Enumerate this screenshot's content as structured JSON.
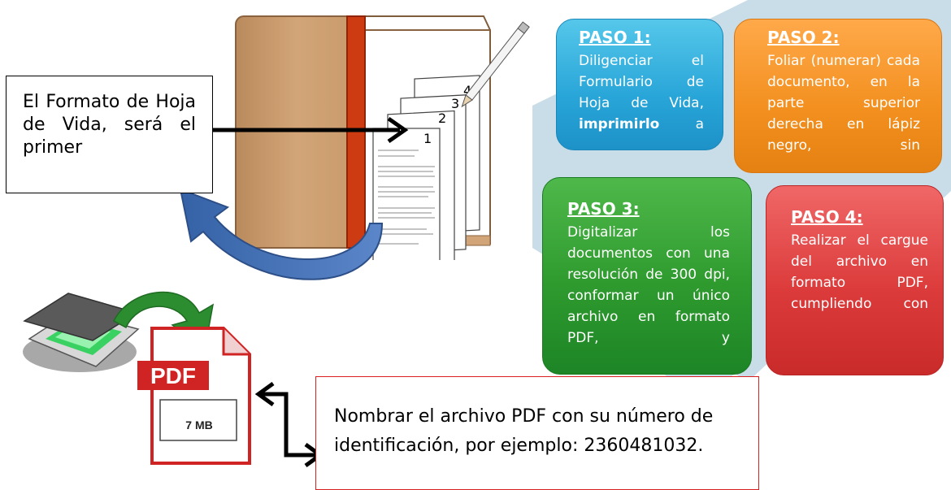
{
  "left_box": {
    "text": "El Formato de Hoja de Vida, será el primer"
  },
  "steps": [
    {
      "title": "PASO 1:",
      "body_a": "Diligenciar el Formulario de Hoja de Vida, ",
      "body_bold": "imprimirlo",
      "body_b": " a"
    },
    {
      "title": "PASO 2:",
      "body": "Foliar (numerar) cada documento, en la parte superior derecha en lápiz negro, sin"
    },
    {
      "title": "PASO 3:",
      "body": "Digitalizar los documentos con una resolución de 300 dpi, conformar un único archivo en formato PDF, y"
    },
    {
      "title": "PASO 4:",
      "body": "Realizar el cargue del archivo en formato PDF, cumpliendo con"
    }
  ],
  "name_box": {
    "line1": "Nombrar el archivo PDF con su número de",
    "line2": "identificación, por ejemplo:   2360481032."
  },
  "pdf_icon": {
    "label": "PDF",
    "size": "7 MB"
  },
  "pages": [
    "1",
    "2",
    "3",
    "4"
  ],
  "colors": {
    "paso1": "#28a5d8",
    "paso2": "#f28f1e",
    "paso3": "#2e9a2e",
    "paso4": "#dc3b3b",
    "background_diamond": "#c7dce6"
  }
}
